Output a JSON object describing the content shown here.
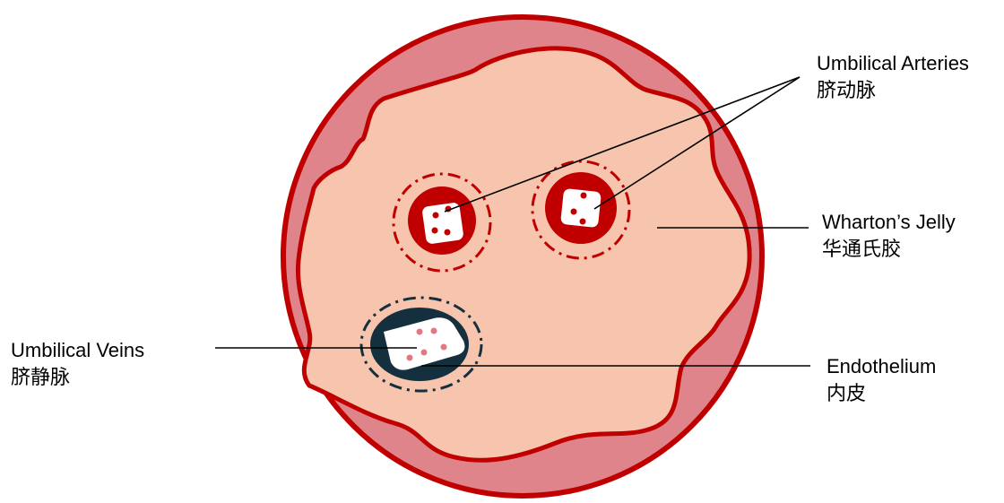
{
  "labels": {
    "umbilical_arteries": {
      "en": "Umbilical Arteries",
      "zh": "脐动脉"
    },
    "whartons_jelly": {
      "en": "Wharton’s Jelly",
      "zh": "华通氏胶"
    },
    "umbilical_veins": {
      "en": "Umbilical Veins",
      "zh": "脐静脉"
    },
    "endothelium": {
      "en": "Endothelium",
      "zh": "内皮"
    }
  },
  "colors": {
    "outer_ring": "#df848b",
    "outer_border": "#c00000",
    "jelly": "#f7c5ad",
    "artery_wall": "#c00000",
    "artery_spot": "#c00000",
    "vein_wall": "#14303f",
    "vein_spot": "#e57782",
    "lumen": "#ffffff",
    "leader_line": "#000000"
  }
}
